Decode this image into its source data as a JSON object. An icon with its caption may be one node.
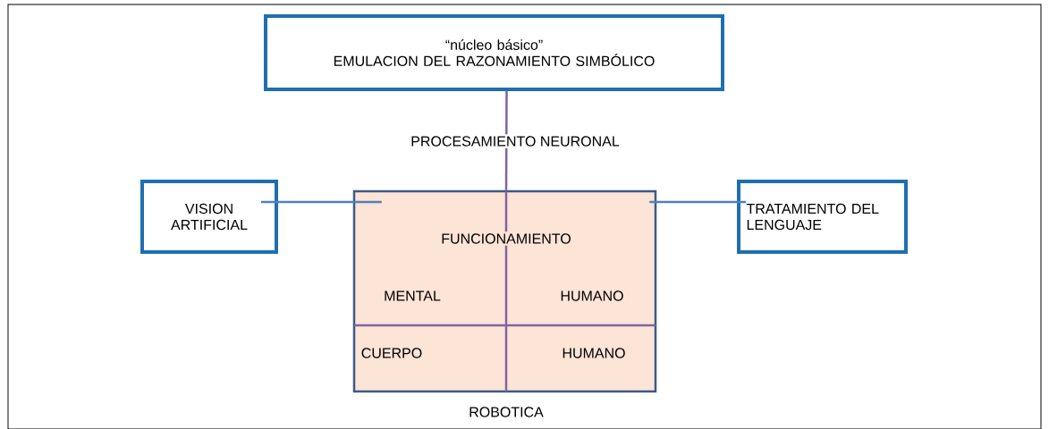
{
  "diagram": {
    "nodes": [
      {
        "text": [
          "“núcleo básico”",
          "EMULACION DEL RAZONAMIENTO SIMBÓLICO"
        ]
      },
      {
        "text": [
          "VISION ARTIFICIAL"
        ]
      },
      {
        "text": [
          "FUNCIONAMIENTO",
          "MENTAL",
          "HUMANO",
          "CUERPO",
          "HUMANO"
        ]
      },
      {
        "text": [
          "TRATAMIENTO DEL LENGUAJE"
        ]
      }
    ],
    "edges": [
      {
        "from": 0,
        "to": 2,
        "arrow": "none",
        "label": "PROCESAMIENTO NEURONAL",
        "color": "#8064a2"
      },
      {
        "from": 1,
        "to": 2,
        "arrow": "none"
      },
      {
        "from": 3,
        "to": 2,
        "arrow": "none"
      }
    ],
    "labels": [
      "ROBOTICA"
    ]
  }
}
